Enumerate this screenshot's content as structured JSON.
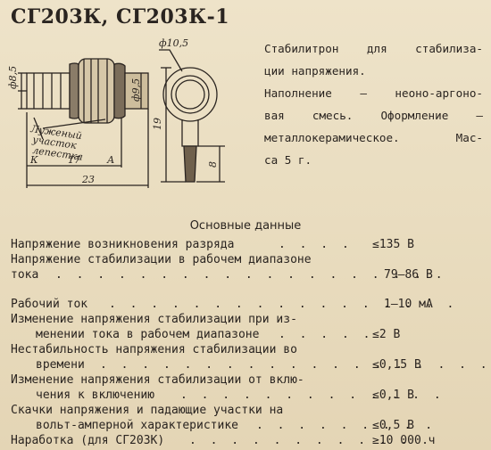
{
  "title": "СГ203К, СГ203К-1",
  "drawing": {
    "dim_diam_outer": "ф10,5",
    "dim_diam_left": "ф8,5",
    "dim_diam_mid": "ф9,5",
    "dim_19": "19",
    "dim_8": "8",
    "dim_17": "17",
    "dim_23": "23",
    "label_k": "К",
    "label_a": "А",
    "note_line1": "Луженый",
    "note_line2": "участок",
    "note_line3": "лепестка"
  },
  "description": [
    "Стабилитрон для стабилиза-",
    "ции напряжения.",
    "Наполнение — неоно-аргоно-",
    "вая смесь. Оформление —",
    "металлокерамическое. Мас-",
    "са 5 г."
  ],
  "section_title": "Основные данные",
  "params": [
    {
      "lines": [
        "Напряжение возникновения разряда"
      ],
      "value": "≤135 В"
    },
    {
      "lines": [
        "Напряжение стабилизации в рабочем диапазоне",
        "тока"
      ],
      "value": "79—86 В"
    },
    {
      "lines": [
        "Рабочий ток"
      ],
      "value": "1—10 мА"
    },
    {
      "lines": [
        "Изменение напряжения стабилизации при из-",
        "менении тока в рабочем диапазоне"
      ],
      "value": "≤2 В"
    },
    {
      "lines": [
        "Нестабильность напряжения стабилизации во",
        "времени"
      ],
      "value": "≤0,15 В"
    },
    {
      "lines": [
        "Изменение напряжения стабилизации от вклю-",
        "чения к включению"
      ],
      "value": "≤0,1 В"
    },
    {
      "lines": [
        "Скачки напряжения и падающие участки на",
        "вольт-амперной характеристике"
      ],
      "value": "≤0,5 В"
    },
    {
      "lines": [
        "Наработка (для СГ203К)"
      ],
      "value": "≥10 000 ч"
    }
  ]
}
